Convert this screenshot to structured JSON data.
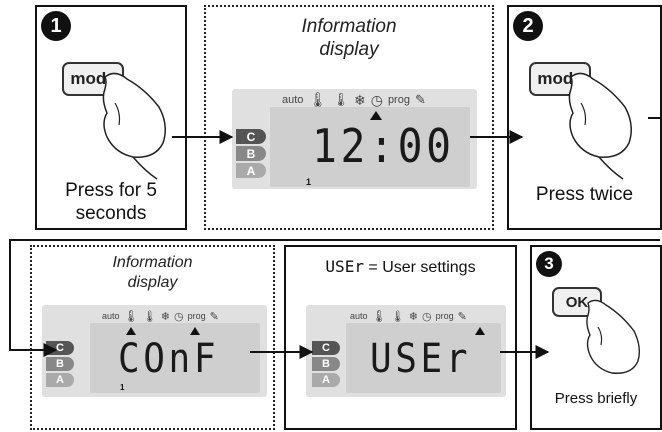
{
  "steps": [
    {
      "number": "1",
      "button": "mode",
      "caption": "Press for 5 seconds"
    },
    {
      "number": "2",
      "button": "mode",
      "caption": "Press twice"
    },
    {
      "number": "3",
      "button": "OK",
      "caption": "Press briefly"
    }
  ],
  "info_title": "Information display",
  "user_legend": {
    "code": "USEr",
    "text": "= User settings"
  },
  "display_labels": {
    "auto": "auto",
    "prog": "prog",
    "zones": [
      "C",
      "B",
      "A"
    ],
    "zone_index": "1"
  },
  "displays": {
    "clock": "12:00",
    "conf": "COnF",
    "user": "USEr"
  },
  "colors": {
    "zone_c": "#555555",
    "zone_b": "#888888",
    "zone_a": "#aaaaaa",
    "lcd": "#d0d0d0"
  }
}
